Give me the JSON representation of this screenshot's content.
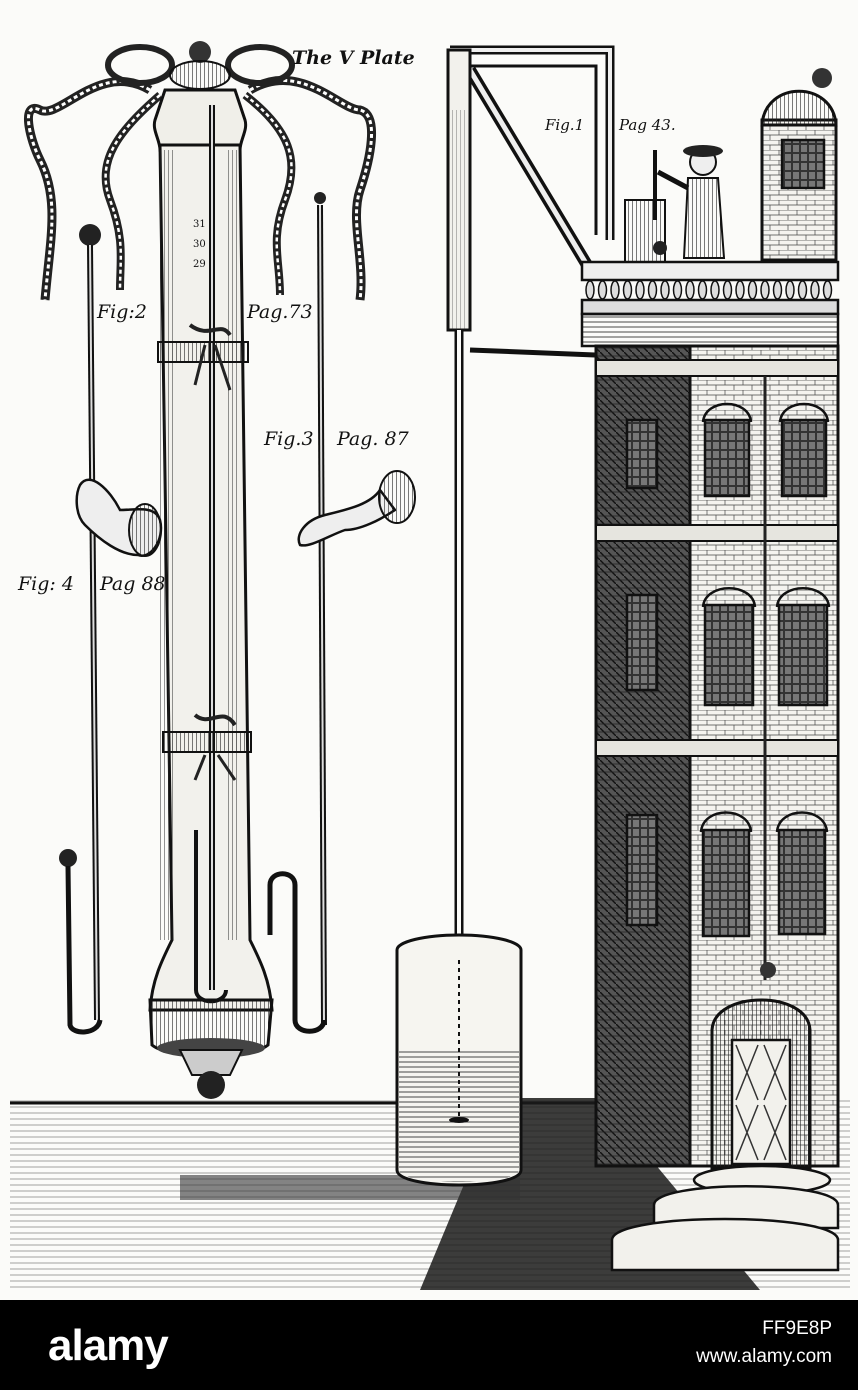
{
  "plate": {
    "title": "The V Plate",
    "labels": {
      "fig1": "Fig.1",
      "pag43": "Pag 43.",
      "fig2": "Fig:2",
      "pag73": "Pag.73",
      "fig3": "Fig.3",
      "pag87": "Pag. 87",
      "fig4": "Fig: 4",
      "pag88": "Pag 88"
    },
    "scale_marks": [
      "31",
      "30",
      "29"
    ]
  },
  "watermark": {
    "brand": "alamy",
    "image_id": "FF9E8P",
    "site": "www.alamy.com"
  }
}
